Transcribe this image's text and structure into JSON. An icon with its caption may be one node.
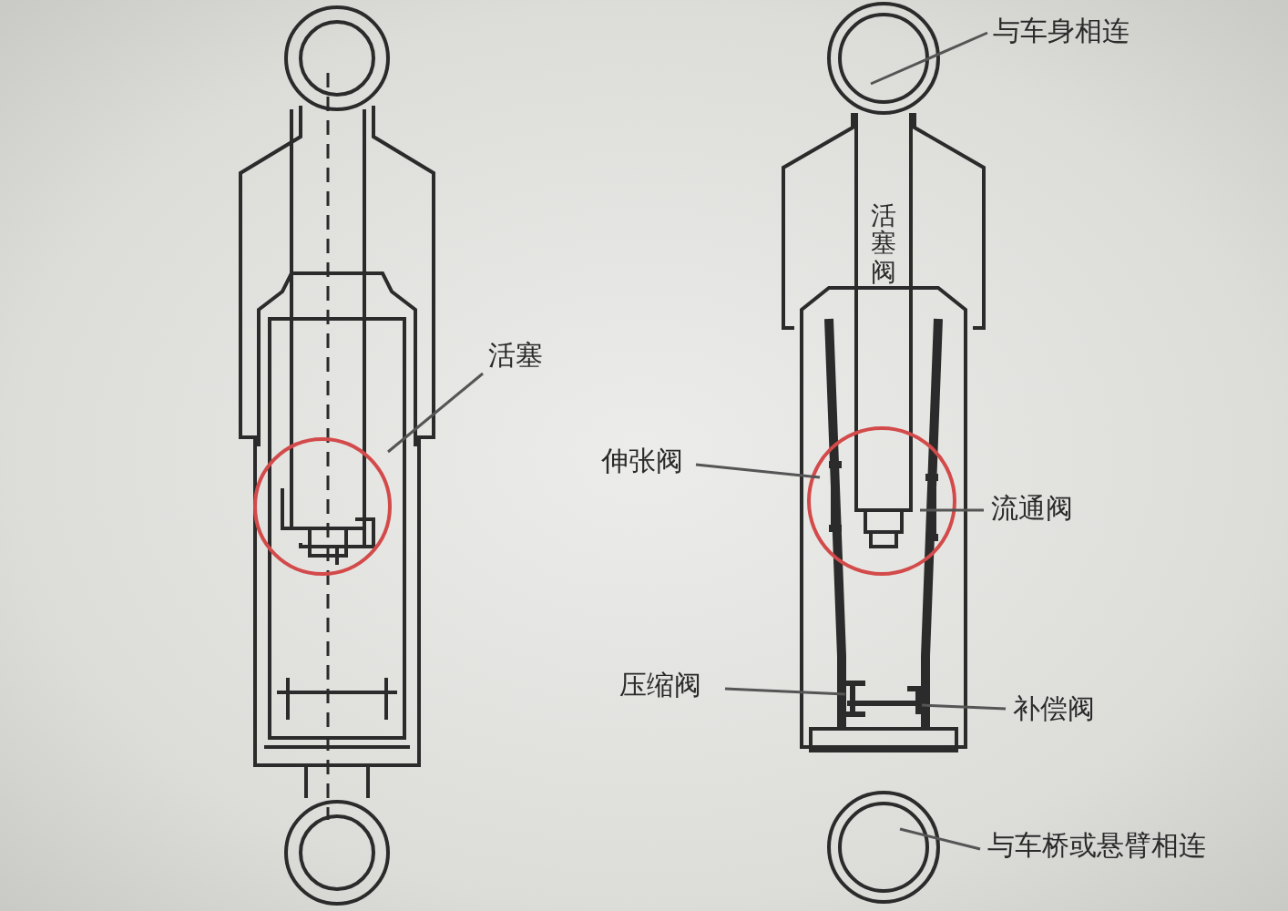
{
  "diagram": {
    "nodes": [
      {
        "text": [
          "与车身相连"
        ]
      },
      {
        "text": [
          "活塞"
        ]
      },
      {
        "text": [
          "伸张阀"
        ]
      },
      {
        "text": [
          "流通阀"
        ]
      },
      {
        "text": [
          "压缩阀"
        ]
      },
      {
        "text": [
          "补偿阀"
        ]
      },
      {
        "text": [
          "与车桥或悬臂相连"
        ]
      }
    ],
    "edges": [
      {
        "from": 0,
        "to": null,
        "arrow": "none"
      },
      {
        "from": 1,
        "to": null,
        "arrow": "none"
      },
      {
        "from": 2,
        "to": null,
        "arrow": "none"
      },
      {
        "from": 3,
        "to": null,
        "arrow": "none"
      },
      {
        "from": 4,
        "to": null,
        "arrow": "none"
      },
      {
        "from": 5,
        "to": null,
        "arrow": "none"
      },
      {
        "from": 6,
        "to": null,
        "arrow": "none"
      }
    ],
    "labels": [
      "活塞阀"
    ]
  }
}
